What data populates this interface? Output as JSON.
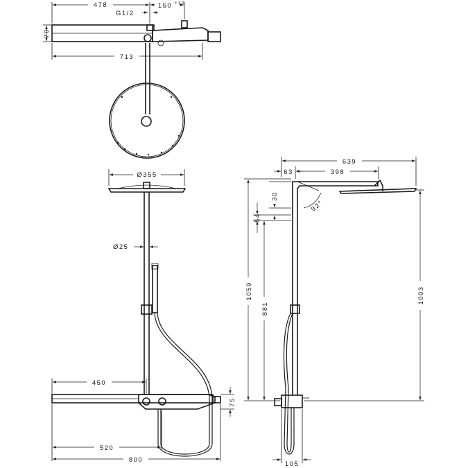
{
  "dimensions": {
    "d478": "478",
    "dG12": "G1/2",
    "d150": "150",
    "d150_sup": "+10",
    "d70": "70",
    "d713": "713",
    "d355": "Ø355",
    "d25": "Ø25",
    "d450": "450",
    "d520": "520",
    "d800": "800",
    "d75": "75",
    "d639": "639",
    "d63": "63",
    "d398": "398",
    "d30": "30",
    "d54": "54",
    "d92": "92°",
    "d1059": "1059",
    "d881": "881",
    "d1003": "1003",
    "d105": "105"
  }
}
